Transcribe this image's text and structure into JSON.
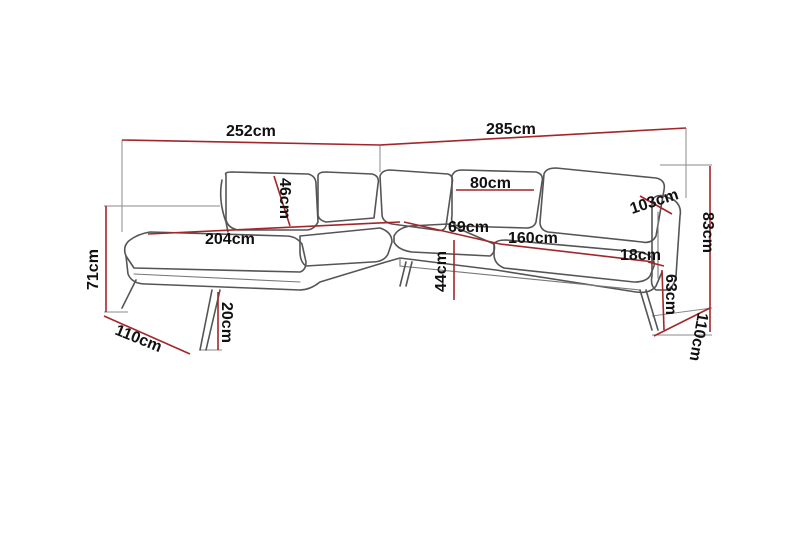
{
  "colors": {
    "dimension_line": "#a3262a",
    "outline": "#555555",
    "text": "#111111",
    "background": "#ffffff"
  },
  "dimensions": {
    "total_width_left": "252cm",
    "total_width_right": "285cm",
    "back_cushion_height": "46cm",
    "back_cushion_width": "80cm",
    "chaise_seat_length": "204cm",
    "seat_depth": "69cm",
    "right_seat_length": "160cm",
    "armrest_depth": "103cm",
    "armrest_width": "18cm",
    "total_height": "83cm",
    "left_height": "71cm",
    "seat_height": "44cm",
    "leg_height": "20cm",
    "armrest_height": "63cm",
    "left_depth": "110cm",
    "right_depth": "110cm"
  }
}
